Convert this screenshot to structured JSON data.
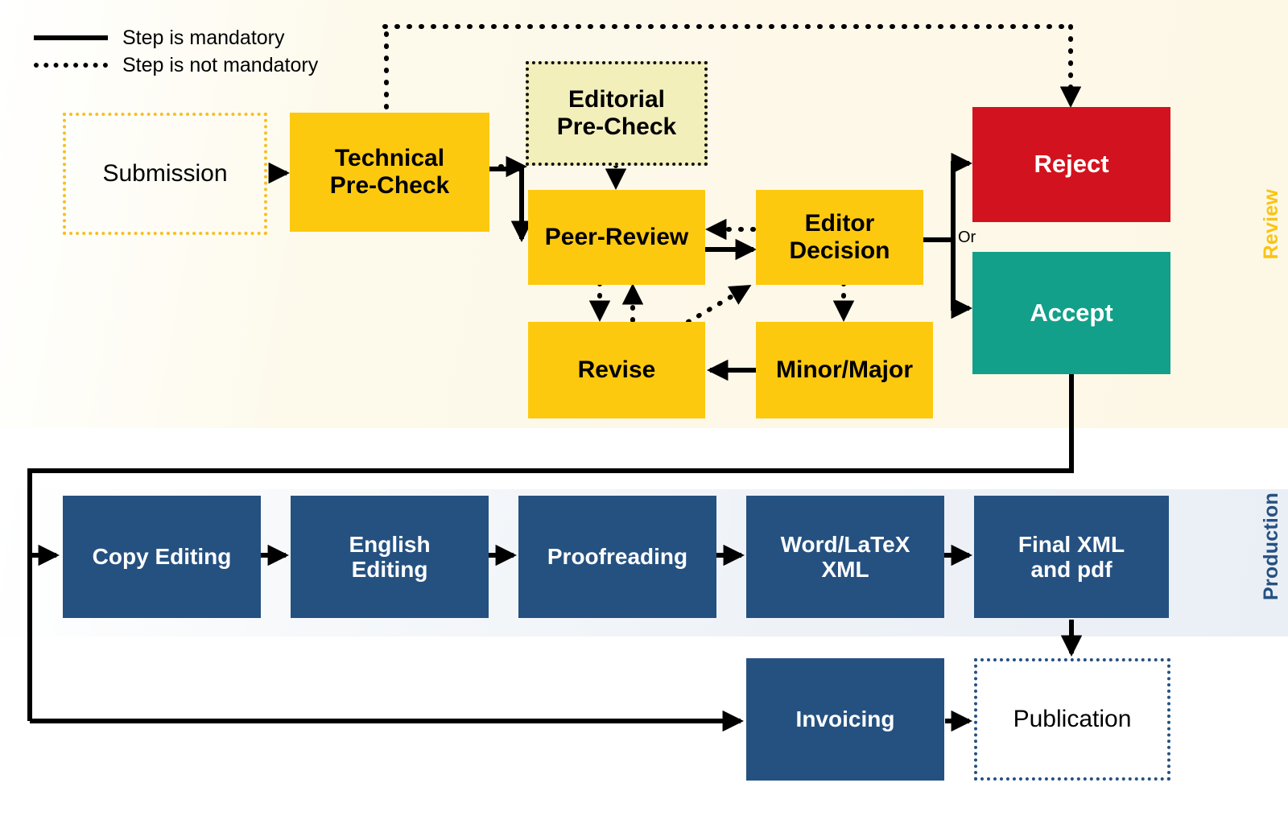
{
  "legend": {
    "items": [
      {
        "style": "solid",
        "label": "Step is mandatory",
        "icon": "solid-line-icon"
      },
      {
        "style": "dotted",
        "label": "Step is not mandatory",
        "icon": "dotted-line-icon"
      }
    ]
  },
  "bands": [
    {
      "id": "review",
      "label": "Review",
      "color": "#f9c414"
    },
    {
      "id": "production",
      "label": "Production",
      "color": "#255181"
    }
  ],
  "nodes": {
    "submission": {
      "label": "Submission",
      "style": "dotted-gold",
      "color": "#f6bf23"
    },
    "technical": {
      "label": "Technical\nPre-Check",
      "style": "yellow",
      "color": "#fdc90f"
    },
    "editorial": {
      "label": "Editorial\nPre-Check",
      "style": "palewash",
      "color": "#f2efbb"
    },
    "peer_review": {
      "label": "Peer-Review",
      "style": "yellow",
      "color": "#fdc90f"
    },
    "editor_decision": {
      "label": "Editor\nDecision",
      "style": "yellow",
      "color": "#fdc90f"
    },
    "revise": {
      "label": "Revise",
      "style": "yellow",
      "color": "#fdc90f"
    },
    "minor_major": {
      "label": "Minor/Major",
      "style": "yellow",
      "color": "#fdc90f"
    },
    "reject": {
      "label": "Reject",
      "style": "red",
      "color": "#d2131f"
    },
    "accept": {
      "label": "Accept",
      "style": "teal",
      "color": "#12a08a"
    },
    "copy_editing": {
      "label": "Copy Editing",
      "style": "navy",
      "color": "#255181"
    },
    "english_editing": {
      "label": "English\nEditing",
      "style": "navy",
      "color": "#255181"
    },
    "proofreading": {
      "label": "Proofreading",
      "style": "navy",
      "color": "#255181"
    },
    "word_latex_xml": {
      "label": "Word/LaTeX\nXML",
      "style": "navy",
      "color": "#255181"
    },
    "final_xml": {
      "label": "Final XML\nand pdf",
      "style": "navy",
      "color": "#255181"
    },
    "invoicing": {
      "label": "Invoicing",
      "style": "navy",
      "color": "#255181"
    },
    "publication": {
      "label": "Publication",
      "style": "dotted-navy",
      "color": "#255181"
    }
  },
  "edge_labels": {
    "decision_branch": "Or"
  }
}
